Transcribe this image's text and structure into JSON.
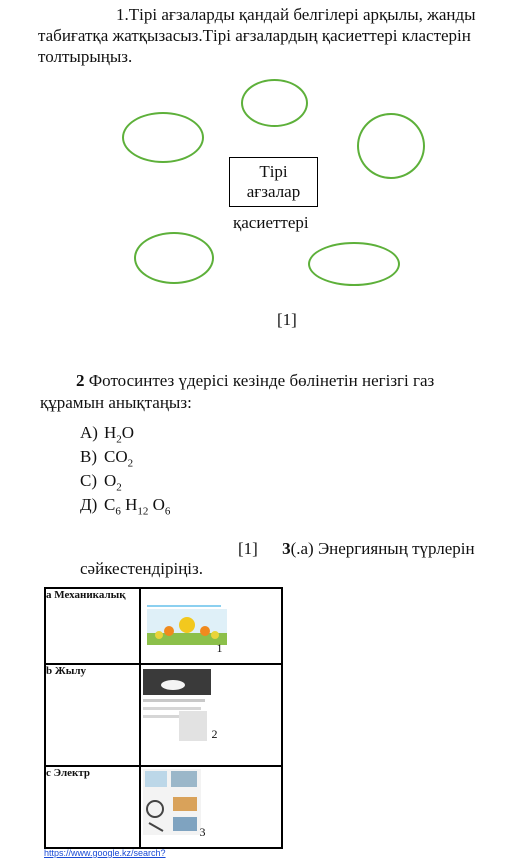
{
  "question1": {
    "line1": "1.Тірі ағзаларды қандай белгілері арқылы, жанды",
    "line2": "табиғатқа жатқызасыз.Тірі ағзалардың қасиеттері кластерін",
    "line3": "толтырыңыз.",
    "center_line1": "Тірі",
    "center_line2": "ағзалар",
    "caption": "қасиеттері",
    "mark": "[1]",
    "oval_color": "#5db03a"
  },
  "question2": {
    "number": "2",
    "text_line1": "Фотосинтез үдерісі кезінде бөлінетін негізгі газ",
    "text_line2": "құрамын анықтаңыз:",
    "options": [
      {
        "letter": "A)",
        "formula": "H",
        "sub1": "2",
        "rest": "O"
      },
      {
        "letter": "B)",
        "formula": "CO",
        "sub1": "2"
      },
      {
        "letter": "C)",
        "formula": "O",
        "sub1": "2"
      },
      {
        "letter": "Д)",
        "formula": "C",
        "sub1": "6",
        "f2": " H",
        "sub2": "12",
        "f3": " O",
        "sub3": "6"
      }
    ]
  },
  "question3": {
    "mark": "[1]",
    "number": "3",
    "text_part": "(.а) Энергияның түрлерін",
    "text_line2": "сәйкестендіріңіз.",
    "rows": [
      {
        "label": "a Механикалық",
        "num": "1"
      },
      {
        "label": "b Жылу",
        "num": "2"
      },
      {
        "label": "c Электр",
        "num": "3"
      }
    ]
  },
  "footer": {
    "link": "https://www.google.kz/search?"
  }
}
